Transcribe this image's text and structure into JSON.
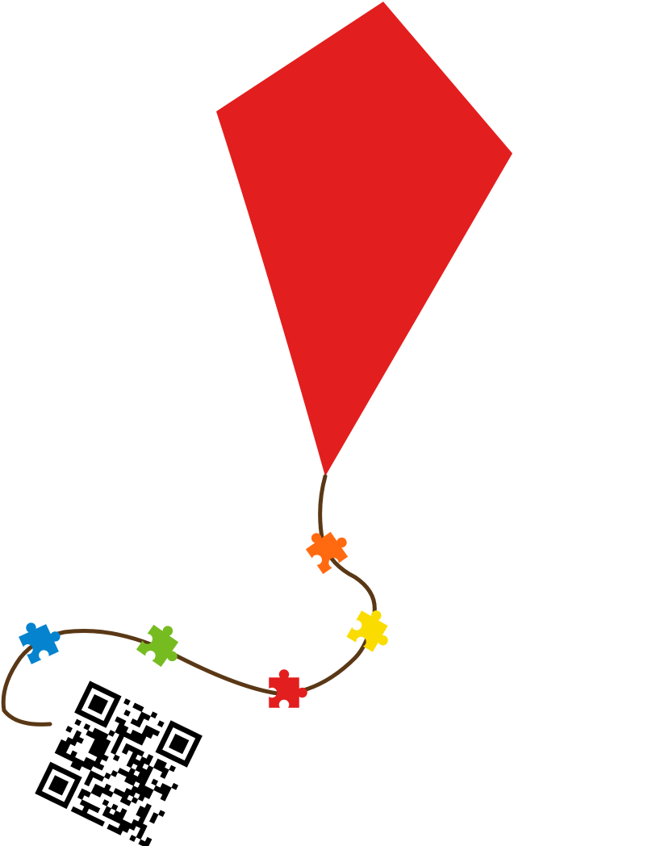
{
  "illustration": {
    "subject": "kite",
    "colors": {
      "background": "#ffffff",
      "kite": "#e31e1e",
      "string": "#5a3816",
      "qr": "#000000"
    },
    "puzzle_pieces": [
      {
        "name": "orange",
        "color": "#ff6a10"
      },
      {
        "name": "yellow",
        "color": "#fadc00"
      },
      {
        "name": "red",
        "color": "#e31e1e"
      },
      {
        "name": "green",
        "color": "#76bc21"
      },
      {
        "name": "blue",
        "color": "#0583cf"
      }
    ]
  }
}
